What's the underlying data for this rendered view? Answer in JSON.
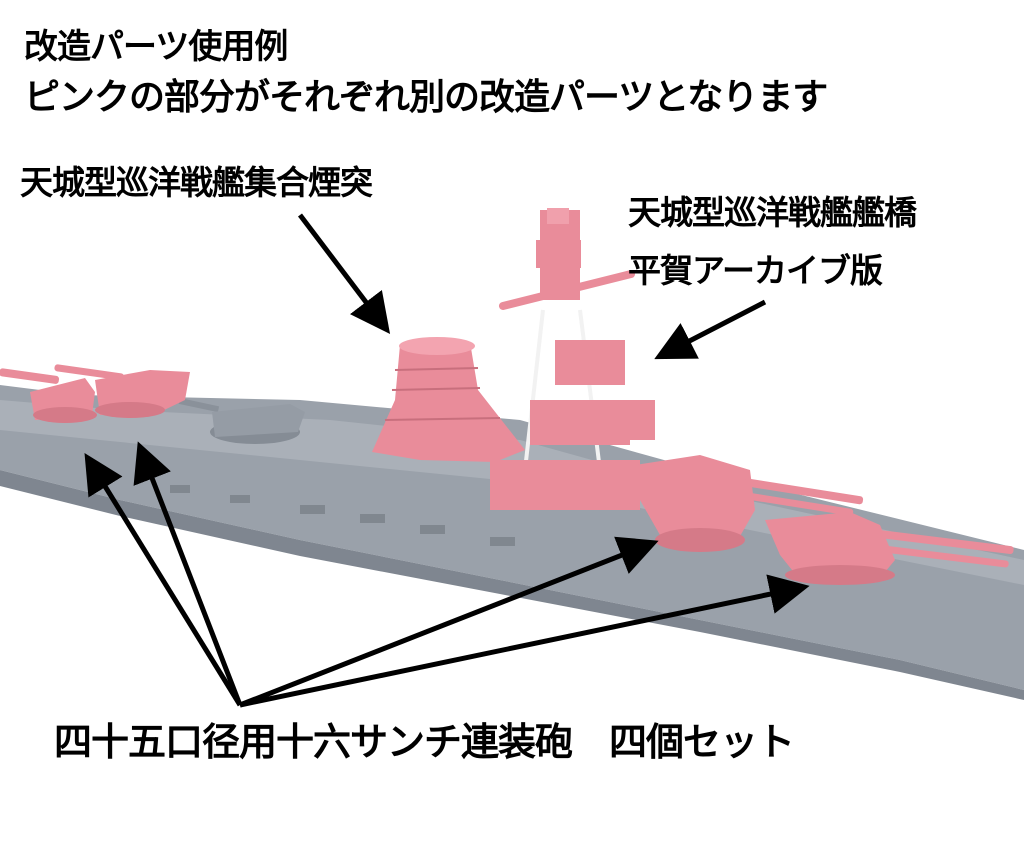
{
  "header": {
    "title": "改造パーツ使用例",
    "subtitle": "ピンクの部分がそれぞれ別の改造パーツとなります"
  },
  "callouts": {
    "funnel": "天城型巡洋戦艦集合煙突",
    "bridge_line1": "天城型巡洋戦艦艦橋",
    "bridge_line2": "平賀アーカイブ版",
    "turrets": "四十五口径用十六サンチ連装砲　四個セット"
  },
  "colors": {
    "hull": "#9aa1aa",
    "deck": "#8e959f",
    "parts": "#e98c9a",
    "text": "#000000",
    "background": "#ffffff"
  }
}
